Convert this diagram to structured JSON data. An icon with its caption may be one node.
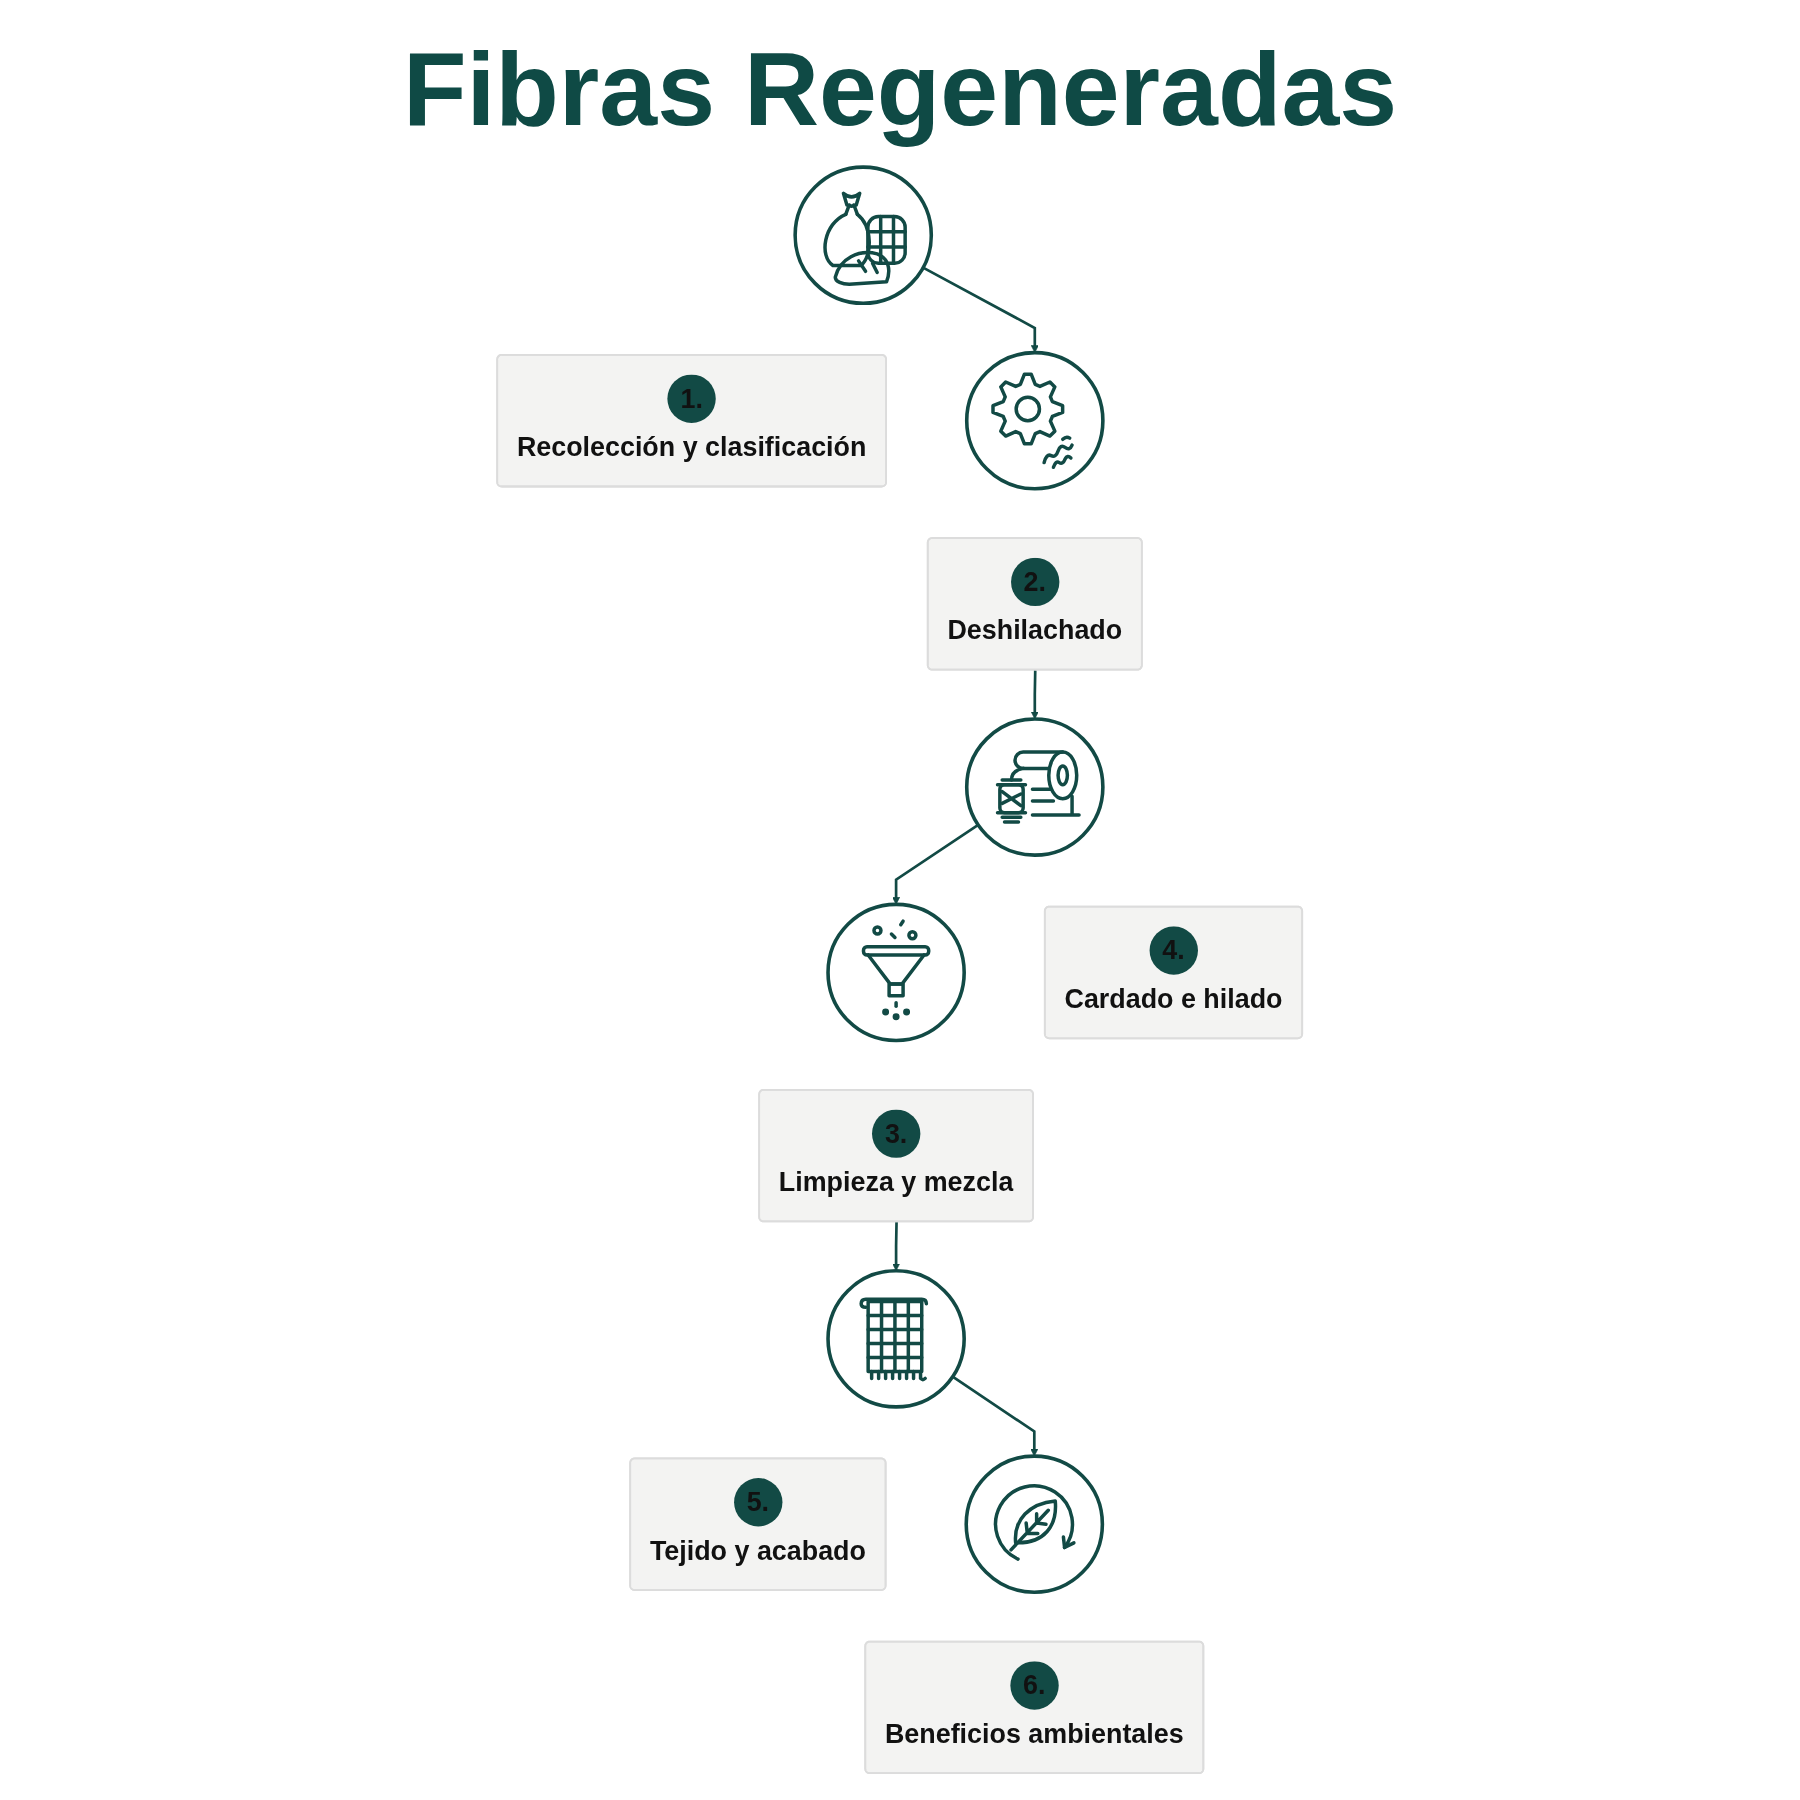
{
  "diagram": {
    "title": "Fibras Regeneradas",
    "nodes": [
      {
        "text": [],
        "shape": "circle"
      },
      {
        "text": [
          "1.",
          "Recolección y clasificación"
        ]
      },
      {
        "text": [],
        "shape": "circle"
      },
      {
        "text": [
          "2.",
          "Deshilachado"
        ]
      },
      {
        "text": [],
        "shape": "circle"
      },
      {
        "text": [
          "3.",
          "Limpieza y mezcla"
        ]
      },
      {
        "text": [],
        "shape": "circle"
      },
      {
        "text": [
          "4.",
          "Cardado e hilado"
        ]
      },
      {
        "text": [],
        "shape": "circle"
      },
      {
        "text": [
          "5.",
          "Tejido y acabado"
        ]
      },
      {
        "text": [],
        "shape": "circle"
      },
      {
        "text": [
          "6.",
          "Beneficios ambientales"
        ]
      }
    ],
    "edges": [
      {
        "from": 0,
        "to": 2,
        "arrow": "to"
      },
      {
        "from": 3,
        "to": 6,
        "arrow": "to"
      },
      {
        "from": 6,
        "to": 4,
        "arrow": "to"
      },
      {
        "from": 5,
        "to": 8,
        "arrow": "to"
      },
      {
        "from": 8,
        "to": 10,
        "arrow": "to"
      }
    ]
  }
}
